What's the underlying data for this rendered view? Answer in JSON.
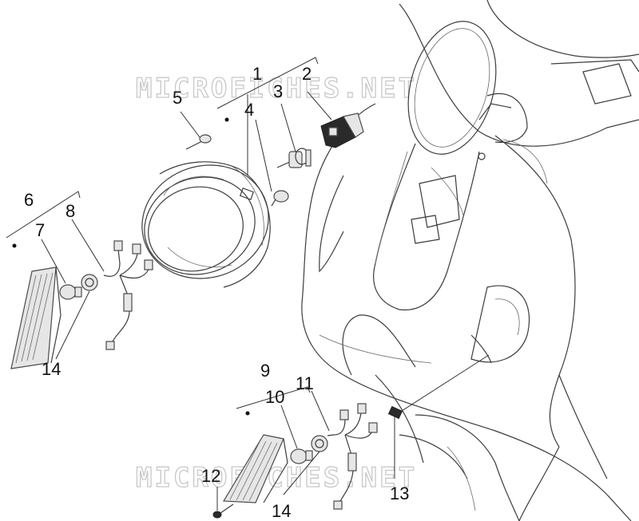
{
  "watermark": "MICROFICHES.NET",
  "callouts": [
    {
      "id": "1",
      "label": "1"
    },
    {
      "id": "2",
      "label": "2"
    },
    {
      "id": "3",
      "label": "3"
    },
    {
      "id": "4",
      "label": "4"
    },
    {
      "id": "5",
      "label": "5"
    },
    {
      "id": "6",
      "label": "6"
    },
    {
      "id": "7",
      "label": "7"
    },
    {
      "id": "8",
      "label": "8"
    },
    {
      "id": "9",
      "label": "9"
    },
    {
      "id": "10",
      "label": "10"
    },
    {
      "id": "11",
      "label": "11"
    },
    {
      "id": "12",
      "label": "12"
    },
    {
      "id": "13",
      "label": "13"
    },
    {
      "id": "14a",
      "label": "14"
    },
    {
      "id": "14b",
      "label": "14"
    }
  ]
}
